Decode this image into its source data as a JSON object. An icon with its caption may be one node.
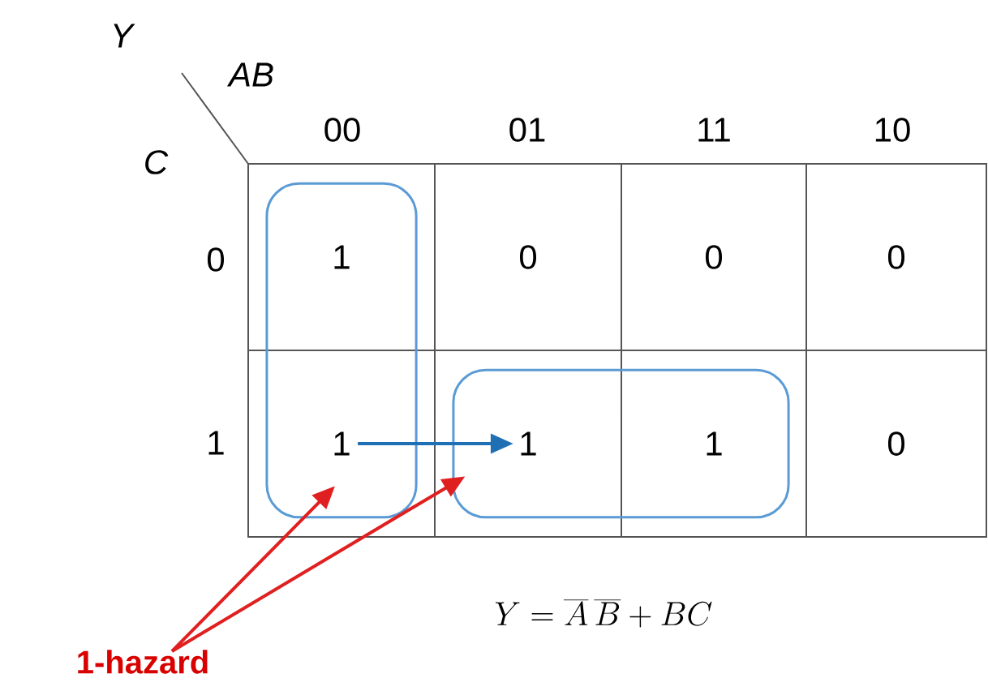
{
  "diagram": {
    "nodes": [
      {
        "text": [
          "1"
        ],
        "in": 8
      },
      {
        "text": [
          "0"
        ]
      },
      {
        "text": [
          "0"
        ]
      },
      {
        "text": [
          "0"
        ]
      },
      {
        "text": [
          "1"
        ],
        "in": 8
      },
      {
        "text": [
          "1"
        ],
        "in": 9
      },
      {
        "text": [
          "1"
        ],
        "in": 9
      },
      {
        "text": [
          "0"
        ]
      },
      {
        "text": [],
        "shape": "box"
      },
      {
        "text": [],
        "shape": "box"
      },
      {
        "text": [
          "1-hazard"
        ]
      }
    ],
    "edges": [
      {
        "from": 4,
        "to": 5,
        "arrow": "to",
        "color": "#1f6fb5"
      },
      {
        "from": 10,
        "to": 8,
        "arrow": "to",
        "color": "#e02020"
      },
      {
        "from": 10,
        "to": 9,
        "arrow": "to",
        "color": "#e02020"
      }
    ],
    "labels": [
      "Y",
      "AB",
      "00",
      "01",
      "11",
      "10",
      "C",
      "0",
      "1",
      "Y=\\overline{A}\\,\\overline{B}+BC"
    ]
  }
}
